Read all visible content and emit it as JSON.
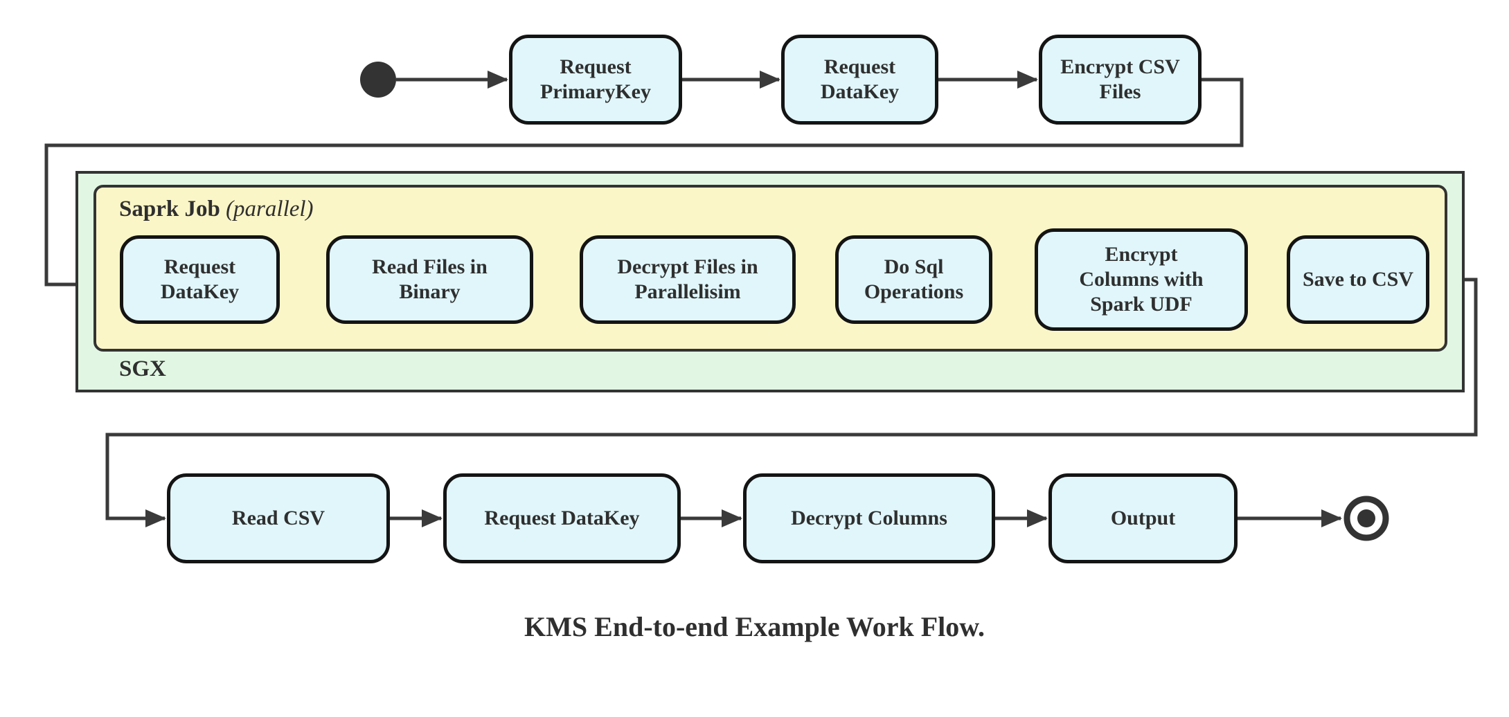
{
  "diagram": {
    "caption": "KMS End-to-end Example Work Flow.",
    "colors": {
      "node_fill": "#E0F6FA",
      "node_border": "#141414",
      "spark_container_fill": "#FBF6C7",
      "sgx_container_fill": "#E1F7E3",
      "container_border": "#333333",
      "edge_line": "#3a3a3a",
      "text": "#2f2f2f"
    },
    "start_marker": "initial-state-dot",
    "end_marker": "final-state-double-circle",
    "top_row": {
      "nodes": [
        {
          "label": "Request PrimaryKey"
        },
        {
          "label": "Request DataKey"
        },
        {
          "label": "Encrypt CSV Files"
        }
      ]
    },
    "sgx": {
      "label": "SGX",
      "spark_job": {
        "title": "Saprk Job",
        "qualifier": "(parallel)",
        "nodes": [
          {
            "label": "Request DataKey"
          },
          {
            "label": "Read Files in Binary"
          },
          {
            "label": "Decrypt Files in Parallelisim"
          },
          {
            "label": "Do Sql Operations"
          },
          {
            "label": "Encrypt Columns with Spark UDF"
          },
          {
            "label": "Save to CSV"
          }
        ]
      }
    },
    "bottom_row": {
      "nodes": [
        {
          "label": "Read CSV"
        },
        {
          "label": "Request DataKey"
        },
        {
          "label": "Decrypt Columns"
        },
        {
          "label": "Output"
        }
      ]
    }
  }
}
